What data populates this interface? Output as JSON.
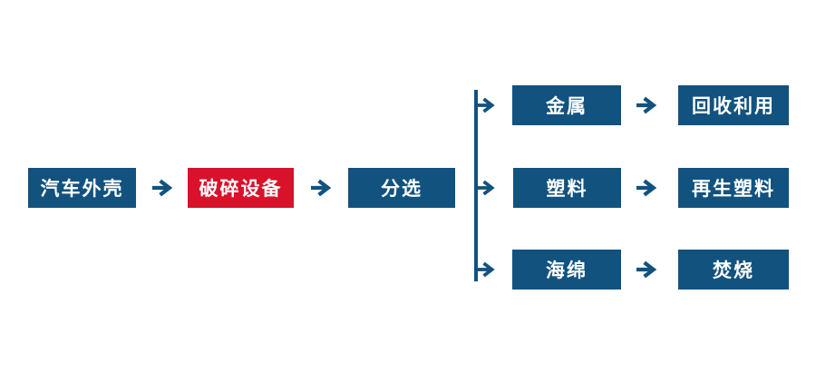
{
  "colors": {
    "primary_blue": "#12527E",
    "accent_red": "#D9112B",
    "node_text": "#FFFFFF",
    "background": "#FFFFFF"
  },
  "flowchart": {
    "main_nodes": [
      {
        "label": "汽车外壳",
        "variant": "blue"
      },
      {
        "label": "破碎设备",
        "variant": "red"
      },
      {
        "label": "分选",
        "variant": "blue"
      }
    ],
    "branches": [
      {
        "item": "金属",
        "result": "回收利用"
      },
      {
        "item": "塑料",
        "result": "再生塑料"
      },
      {
        "item": "海绵",
        "result": "焚烧"
      }
    ]
  }
}
